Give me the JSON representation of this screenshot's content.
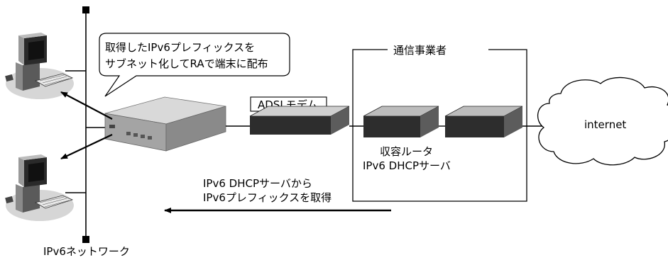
{
  "callout": {
    "line1": "取得したIPv6プレフィックスを",
    "line2": "サブネット化してRAで端末に配布"
  },
  "carrier_label": "通信事業者",
  "modem_label": "ADSLモデム",
  "router_label": {
    "line1": "収容ルータ",
    "line2": "IPv6 DHCPサーバ"
  },
  "cloud_label": "internet",
  "flow_label": {
    "line1": "IPv6 DHCPサーバから",
    "line2": "IPv6プレフィックスを取得"
  },
  "network_label": "IPv6ネットワーク",
  "colors": {
    "line": "#000000",
    "device_dark": "#2a2a2a",
    "device_mid": "#6d6d6d",
    "device_light": "#b5b5b5",
    "router_top": "#d7d7d7",
    "router_front": "#9d9d9d",
    "pc_shadow": "#cfcfcf"
  }
}
